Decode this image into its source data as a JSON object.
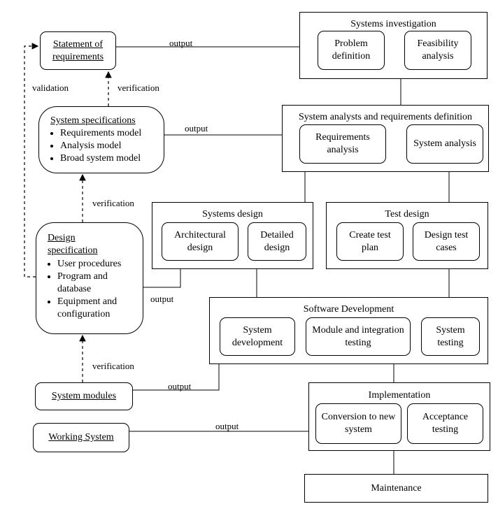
{
  "artifacts": {
    "statement": "Statement of requirements",
    "specifications": {
      "title": "System specifications",
      "items": [
        "Requirements model",
        "Analysis model",
        "Broad system model"
      ]
    },
    "design_spec": {
      "title_line1": "Design",
      "title_line2": "specification",
      "items": [
        "User procedures",
        "Program and database",
        "Equipment and configuration"
      ]
    },
    "modules": "System modules",
    "working": "Working System"
  },
  "phases": {
    "investigation": {
      "title": "Systems investigation",
      "steps": [
        "Problem definition",
        "Feasibility analysis"
      ]
    },
    "analysis": {
      "title": "System analysts and requirements definition",
      "steps": [
        "Requirements analysis",
        "System analysis"
      ]
    },
    "design": {
      "title": "Systems design",
      "steps": [
        "Architectural design",
        "Detailed design"
      ]
    },
    "test_design": {
      "title": "Test design",
      "steps": [
        "Create test plan",
        "Design test cases"
      ]
    },
    "development": {
      "title": "Software Development",
      "steps": [
        "System development",
        "Module and integration testing",
        "System testing"
      ]
    },
    "implementation": {
      "title": "Implementation",
      "steps": [
        "Conversion to new system",
        "Acceptance testing"
      ]
    },
    "maintenance": {
      "title": "Maintenance"
    }
  },
  "labels": {
    "output": "output",
    "verification": "verification",
    "validation": "validation"
  }
}
